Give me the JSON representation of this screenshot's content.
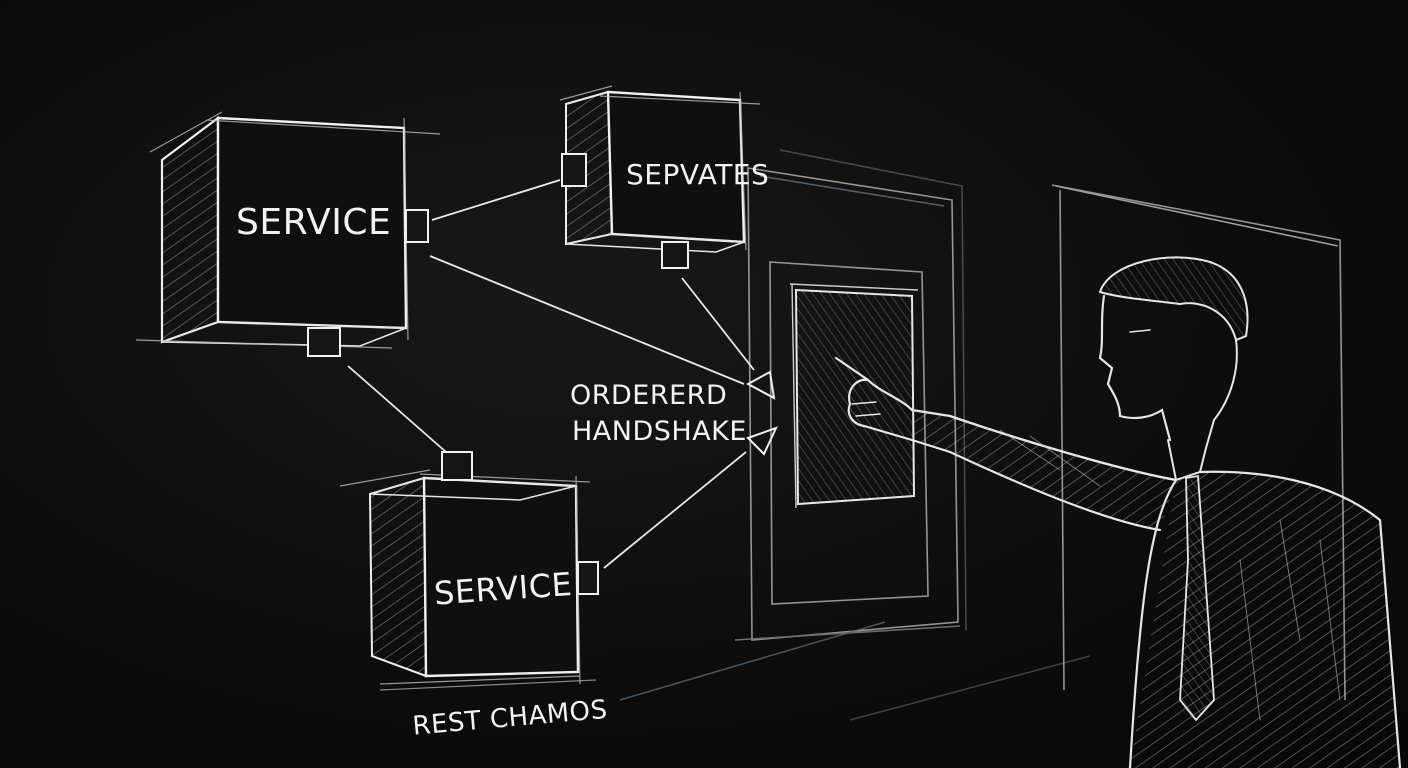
{
  "boxes": {
    "service_top": {
      "label": "SERVICE"
    },
    "service_right": {
      "label": "SEPVATES"
    },
    "service_bottom": {
      "label": "SERVICE"
    }
  },
  "annotations": {
    "handshake_line1": "ORDERERD",
    "handshake_line2": "HANDSHAKE",
    "bottom_caption": "REST CHAMOS"
  },
  "colors": {
    "chalk": "#f2f2f2",
    "background": "#0d0d0d",
    "accent_blue": "#6f8fa8"
  }
}
